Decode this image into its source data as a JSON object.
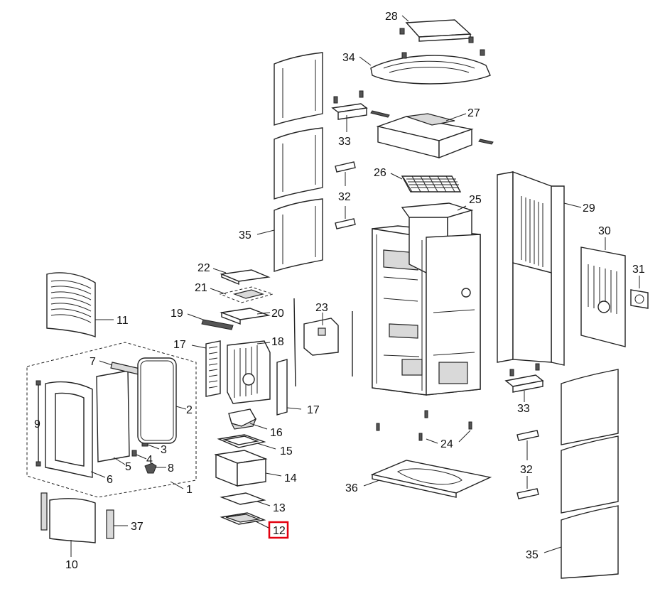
{
  "labels": {
    "l1": "1",
    "l2": "2",
    "l3": "3",
    "l4": "4",
    "l5": "5",
    "l6": "6",
    "l7": "7",
    "l8": "8",
    "l9": "9",
    "l10": "10",
    "l11": "11",
    "l12": "12",
    "l13": "13",
    "l14": "14",
    "l15": "15",
    "l16": "16",
    "l17a": "17",
    "l17b": "17",
    "l18": "18",
    "l19": "19",
    "l20": "20",
    "l21": "21",
    "l22": "22",
    "l23": "23",
    "l24": "24",
    "l25": "25",
    "l26": "26",
    "l27": "27",
    "l28": "28",
    "l29": "29",
    "l30": "30",
    "l31": "31",
    "l32a": "32",
    "l32b": "32",
    "l33a": "33",
    "l33b": "33",
    "l34": "34",
    "l35a": "35",
    "l35b": "35",
    "l36": "36",
    "l37": "37"
  },
  "highlight": {
    "part": "12",
    "color": "#e3000f"
  }
}
